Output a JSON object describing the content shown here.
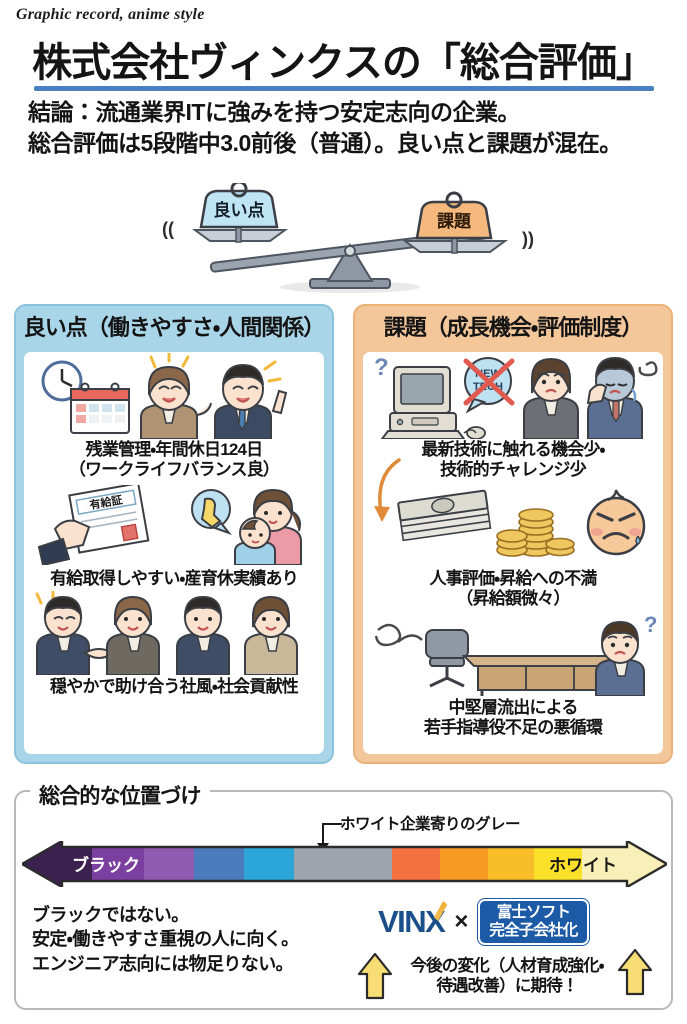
{
  "header": {
    "kicker": "Graphic record, anime style",
    "title": "株式会社ヴィンクスの「総合評価」",
    "lede_line1": "結論：流通業界ITに強みを持つ安定志向の企業。",
    "lede_line2": "総合評価は5段階中3.0前後（普通）。良い点と課題が混在。",
    "accent_rule_color": "#4a7fc1"
  },
  "balance": {
    "left_weight_label": "良い点",
    "right_weight_label": "課題",
    "left_weight_color": "#bfe4f3",
    "right_weight_color": "#f5b97e",
    "motion_left": "((",
    "motion_right": "))"
  },
  "panels": [
    {
      "id": "good",
      "heading": "良い点（働きやすさ・人間関係）",
      "header_color": "#a9d5e8",
      "items": [
        {
          "text_line1": "残業管理・年間休日124日",
          "text_line2": "（ワークライフバランス良）",
          "art": "clock-calendar-happy-people-icon"
        },
        {
          "text_line1": "有給取得しやすい・産育休実績あり",
          "text_line2": "",
          "art": "paid-leave-certificate-parent-baby-icon"
        },
        {
          "text_line1": "穏やかで助け合う社風・社会貢献性",
          "text_line2": "",
          "art": "handshake-team-icon"
        }
      ]
    },
    {
      "id": "bad",
      "heading": "課題（成長機会・評価制度）",
      "header_color": "#f3c79a",
      "items": [
        {
          "text_line1": "最新技術に触れる機会少・",
          "text_line2": "技術的チャレンジ少",
          "art": "old-computer-new-tech-crossed-worried-people-icon"
        },
        {
          "text_line1": "人事評価・昇給への不満",
          "text_line2": "（昇給額微々）",
          "art": "cash-coins-angry-face-icon"
        },
        {
          "text_line1": "中堅層流出による",
          "text_line2": "若手指導役不足の悪循環",
          "art": "empty-desk-chair-confused-young-worker-icon"
        }
      ]
    }
  ],
  "bottom": {
    "legend": "総合的な位置づけ",
    "callout": "ホワイト企業寄りのグレー",
    "scale_left_label": "ブラック",
    "scale_right_label": "ホワイト",
    "marker_position_percent": 47,
    "verdict_line1": "ブラックではない。",
    "verdict_line2": "安定・働きやすさ重視の人に向く。",
    "verdict_line3": "エンジニア志向には物足りない。",
    "logo_text": "VINX",
    "logo_color": "#1b4f8a",
    "times_symbol": "×",
    "badge_line1": "富士ソフト",
    "badge_line2": "完全子会社化",
    "badge_color": "#1d5aa6",
    "expect_line1": "今後の変化（人材育成強化・",
    "expect_line2": "待遇改善）に期待！",
    "arrow_color": "#f5d76e"
  },
  "chart_data": {
    "type": "heatmap",
    "title": "総合的な位置づけ",
    "xlabel": "",
    "ylabel": "",
    "categories": [
      "ブラック",
      "",
      "",
      "",
      "",
      "グレー",
      "",
      "",
      "",
      "",
      "ホワイト"
    ],
    "values": [
      0,
      10,
      20,
      30,
      40,
      50,
      60,
      70,
      80,
      90,
      100
    ],
    "colors": [
      "#3c2150",
      "#7b3fa0",
      "#8f5bb0",
      "#4a7bbd",
      "#2ca5d8",
      "#9ea4ab",
      "#f4713f",
      "#f79a24",
      "#f8bd28",
      "#fbe12a",
      "#f8f0b8"
    ],
    "annotation": "ホワイト企業寄りのグレー",
    "annotation_at_percent": 47,
    "legend": "off",
    "grid": "off"
  }
}
